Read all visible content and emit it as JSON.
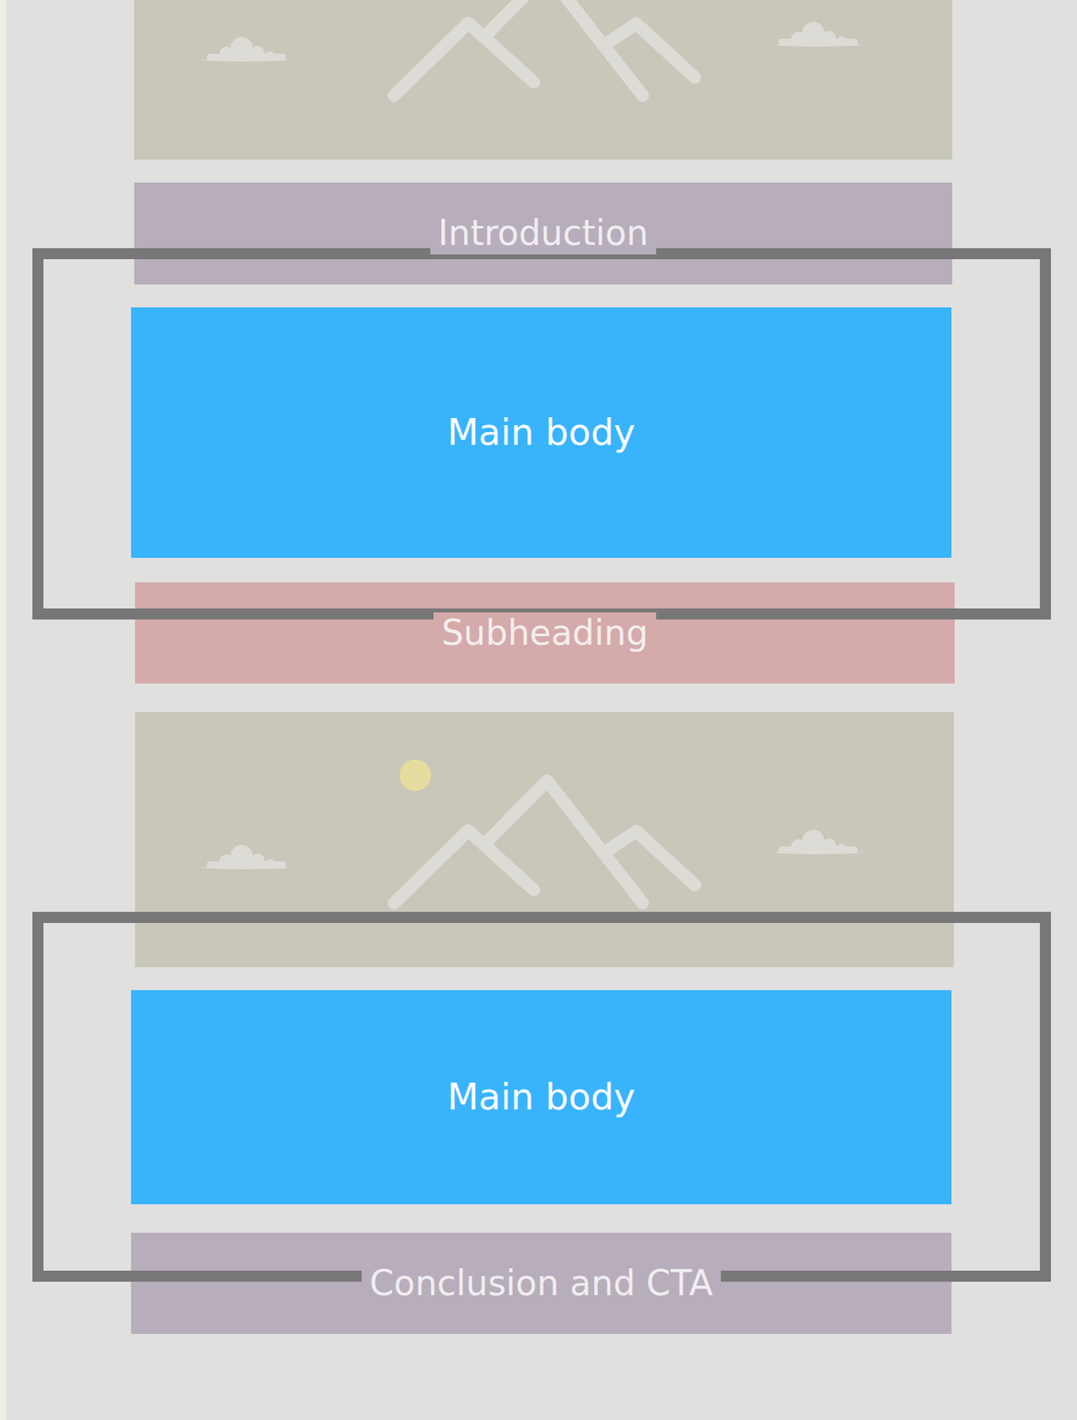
{
  "diagram": {
    "nodes": [
      {
        "text": [
          "Introduction"
        ]
      },
      {
        "text": [
          "Main body"
        ]
      },
      {
        "text": [
          "Subheading"
        ]
      },
      {
        "text": [
          "Main body"
        ]
      },
      {
        "text": [
          "Conclusion and CTA"
        ]
      }
    ]
  }
}
